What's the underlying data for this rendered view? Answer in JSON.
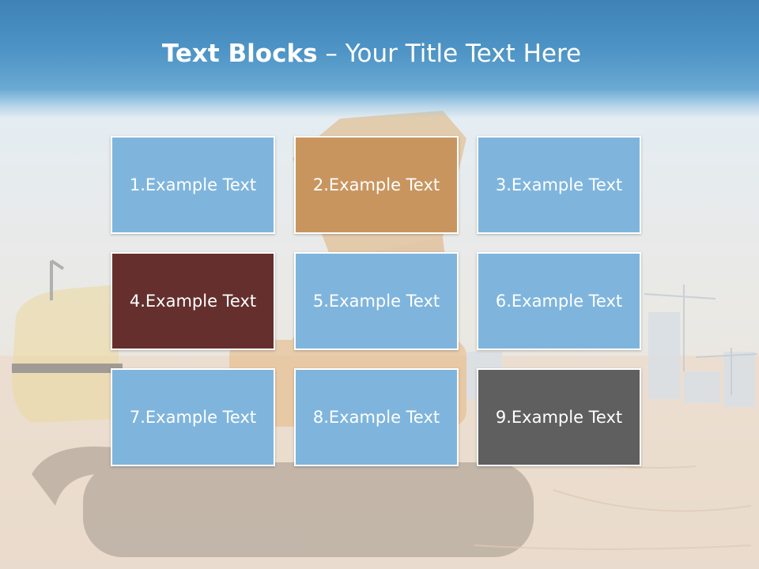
{
  "title": {
    "bold": "Text Blocks",
    "separator": " – ",
    "rest": "Your Title Text Here"
  },
  "blocks": [
    {
      "label": "1.Example Text",
      "color": "#7fb5dd"
    },
    {
      "label": "2.Example Text",
      "color": "#c9955f"
    },
    {
      "label": "3.Example Text",
      "color": "#7fb5dd"
    },
    {
      "label": "4.Example Text",
      "color": "#642f2d"
    },
    {
      "label": "5.Example Text",
      "color": "#7fb5dd"
    },
    {
      "label": "6.Example Text",
      "color": "#7fb5dd"
    },
    {
      "label": "7.Example Text",
      "color": "#7fb5dd"
    },
    {
      "label": "8.Example Text",
      "color": "#7fb5dd"
    },
    {
      "label": "9.Example Text",
      "color": "#5f5f5f"
    }
  ],
  "colors": {
    "title_band": "#4a8fc2",
    "block_border": "#ffffff",
    "text": "#ffffff"
  }
}
